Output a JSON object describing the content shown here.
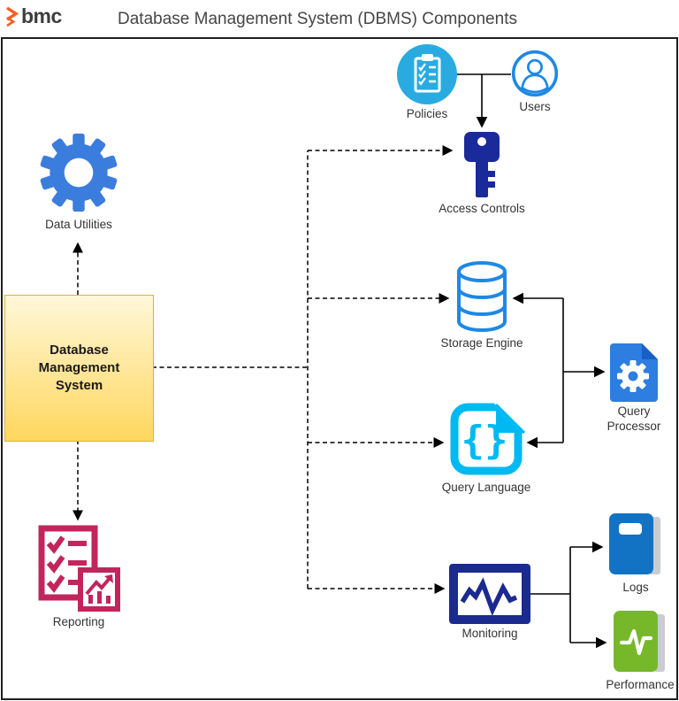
{
  "header": {
    "logo_text": "bmc",
    "title": "Database Management System (DBMS) Components"
  },
  "nodes": {
    "data_utilities": {
      "label": "Data Utilities"
    },
    "dbms": {
      "label": "Database Management System"
    },
    "reporting": {
      "label": "Reporting"
    },
    "policies": {
      "label": "Policies"
    },
    "users": {
      "label": "Users"
    },
    "access_controls": {
      "label": "Access Controls"
    },
    "storage_engine": {
      "label": "Storage Engine"
    },
    "query_language": {
      "label": "Query Language"
    },
    "query_processor": {
      "label": "Query Processor"
    },
    "monitoring": {
      "label": "Monitoring"
    },
    "logs": {
      "label": "Logs"
    },
    "performance": {
      "label": "Performance"
    }
  },
  "colors": {
    "brand_orange": "#F95D1F",
    "gear_blue": "#3B7DDD",
    "policies_blue": "#29ABE2",
    "users_blue": "#1E88E5",
    "key_navy": "#1B2A9B",
    "storage_blue": "#1E88E5",
    "query_lang_cyan": "#00B9F2",
    "query_proc_blue": "#2E7DE1",
    "query_proc_fold": "#1A5FC8",
    "monitor_navy": "#1B2A8F",
    "logs_blue": "#1273C4",
    "performance_green": "#76B82A",
    "reporting_magenta": "#C2255C",
    "pages_gray": "#C9CCD1",
    "dbms_fill_top": "#FFF7D9",
    "dbms_fill_bottom": "#FFD75E",
    "dbms_border": "#D4B34A",
    "connector_black": "#000000"
  }
}
